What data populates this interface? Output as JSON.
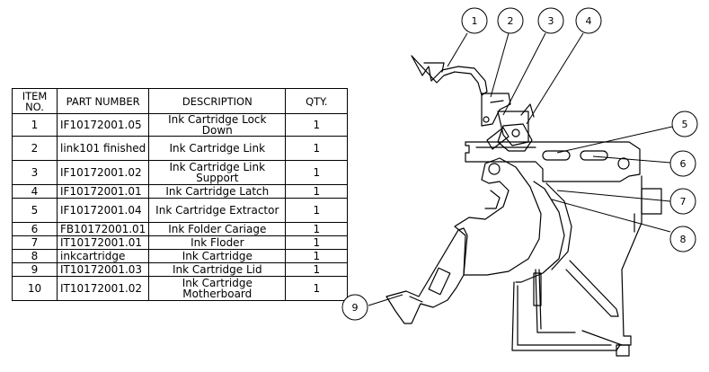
{
  "table": {
    "headers": {
      "item_no": "ITEM NO.",
      "part_number": "PART NUMBER",
      "description": "DESCRIPTION",
      "qty": "QTY."
    },
    "rows": [
      {
        "item": "1",
        "part": "IF10172001.05",
        "desc": "Ink Cartridge Lock Down",
        "qty": "1"
      },
      {
        "item": "2",
        "part": "link101 finished",
        "desc": "Ink Cartridge Link",
        "qty": "1"
      },
      {
        "item": "3",
        "part": "IF10172001.02",
        "desc": "Ink Cartridge Link Support",
        "qty": "1"
      },
      {
        "item": "4",
        "part": "IF10172001.01",
        "desc": "Ink Cartridge Latch",
        "qty": "1"
      },
      {
        "item": "5",
        "part": "IF10172001.04",
        "desc": "Ink Cartridge Extractor",
        "qty": "1"
      },
      {
        "item": "6",
        "part": "FB10172001.01",
        "desc": "Ink Folder Cariage",
        "qty": "1"
      },
      {
        "item": "7",
        "part": "IT10172001.01",
        "desc": "Ink Floder",
        "qty": "1"
      },
      {
        "item": "8",
        "part": "inkcartridge",
        "desc": "Ink Cartridge",
        "qty": "1"
      },
      {
        "item": "9",
        "part": "IT10172001.03",
        "desc": "Ink Cartridge Lid",
        "qty": "1"
      },
      {
        "item": "10",
        "part": "IT10172001.02",
        "desc": "Ink Cartridge Motherboard",
        "qty": "1"
      }
    ]
  },
  "balloons": [
    "1",
    "2",
    "3",
    "4",
    "5",
    "6",
    "7",
    "8",
    "9"
  ]
}
